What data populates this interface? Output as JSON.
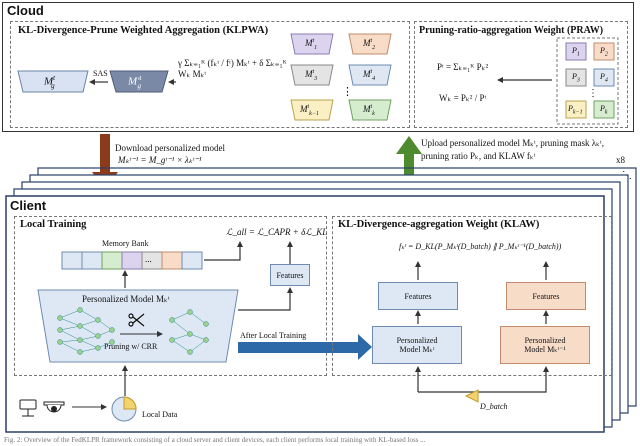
{
  "cloud": {
    "title": "Cloud",
    "klpwa": {
      "title": "KL-Divergence-Prune Weighted Aggregation (KLPWA)",
      "formula": "γ Σₖ₌₁ᴷ (fₖᵗ / fᵗ) Mₖᵗ + δ Σₖ₌₁ᴷ Wₖ Mₖᵗ",
      "sas_label": "SAS",
      "global_model": "M",
      "global_model_sup": "t",
      "global_model_sub": "g",
      "intermediate_model": "M'",
      "intermediate_model_sup": "t",
      "intermediate_model_sub": "g",
      "models": [
        {
          "label": "M",
          "sup": "t",
          "sub": "1",
          "color": "#dcd4ef"
        },
        {
          "label": "M",
          "sup": "t",
          "sub": "2",
          "color": "#f9dcc8"
        },
        {
          "label": "M",
          "sup": "t",
          "sub": "3",
          "color": "#e4e4e4"
        },
        {
          "label": "M",
          "sup": "t",
          "sub": "4",
          "color": "#dfe7f2"
        },
        {
          "label": "M",
          "sup": "t",
          "sub": "k−1",
          "color": "#fbf0c4"
        },
        {
          "label": "M",
          "sup": "t",
          "sub": "k",
          "color": "#d6eccf"
        }
      ],
      "dots": "⋮"
    },
    "praw": {
      "title": "Pruning-ratio-aggregation Weight (PRAW)",
      "formula_p": "Pᵗ = Σₖ₌₁ᴷ Pₖ²",
      "formula_w": "Wₖ = Pₖ² / Pᵗ",
      "ratios": [
        {
          "label": "P",
          "sub": "1",
          "color": "#dcd4ef"
        },
        {
          "label": "P",
          "sub": "2",
          "color": "#f9dcc8"
        },
        {
          "label": "P",
          "sub": "3",
          "color": "#e4e4e4"
        },
        {
          "label": "P",
          "sub": "4",
          "color": "#dfe7f2"
        },
        {
          "label": "P",
          "sub": "k−1",
          "color": "#fbf0c4"
        },
        {
          "label": "P",
          "sub": "k",
          "color": "#d6eccf"
        }
      ],
      "dots": "⋮"
    }
  },
  "arrows": {
    "download_label": "Download personalized model",
    "download_formula": "Mₖᵗ⁻¹ = M_gᵗ⁻¹ × λₖᵗ⁻¹",
    "upload_line1": "Upload personalized model Mₖᵗ, pruning mask λₖᵗ,",
    "upload_line2": "pruning ratio Pₖ, and KLAW fₖᵗ",
    "multiplier": "x8",
    "stack_dots": "⋱"
  },
  "client": {
    "title": "Client",
    "local_training": {
      "title": "Local Training",
      "loss_formula": "ℒ_all = ℒ_CAPR + δℒ_KL",
      "memory_bank_label": "Memory Bank",
      "memory_bank_dots": "...",
      "memory_bank_colors": [
        "#dde8f4",
        "#dde8f4",
        "#d6eccf",
        "#dcd4ef",
        "#e4e4e4",
        "#f9dcc8",
        "#dde8f4"
      ],
      "features_label": "Features",
      "personalized_model_label": "Personalized Model Mₖᵗ",
      "pruning_label": "Pruning w/ CRR",
      "local_data_label": "Local Data",
      "after_training_label": "After Local Training"
    },
    "klaw": {
      "title": "KL-Divergence-aggregation Weight (KLAW)",
      "formula": "fₖᵗ = D_KL(P_Mₖᵗ(D_batch) ∥ P_Mₖᵗ⁻¹(D_batch))",
      "features_left": "Features",
      "features_right": "Features",
      "model_left_line1": "Personalized",
      "model_left_line2": "Model Mₖᵗ",
      "model_right_line1": "Personalized",
      "model_right_line2": "Model Mₖᵗ⁻¹",
      "batch_label": "D_batch"
    }
  },
  "caption": "Fig. 2: Overview of the FedKLPR framework consisting of a cloud server and client devices, each client performs local training with KL-based loss ..."
}
